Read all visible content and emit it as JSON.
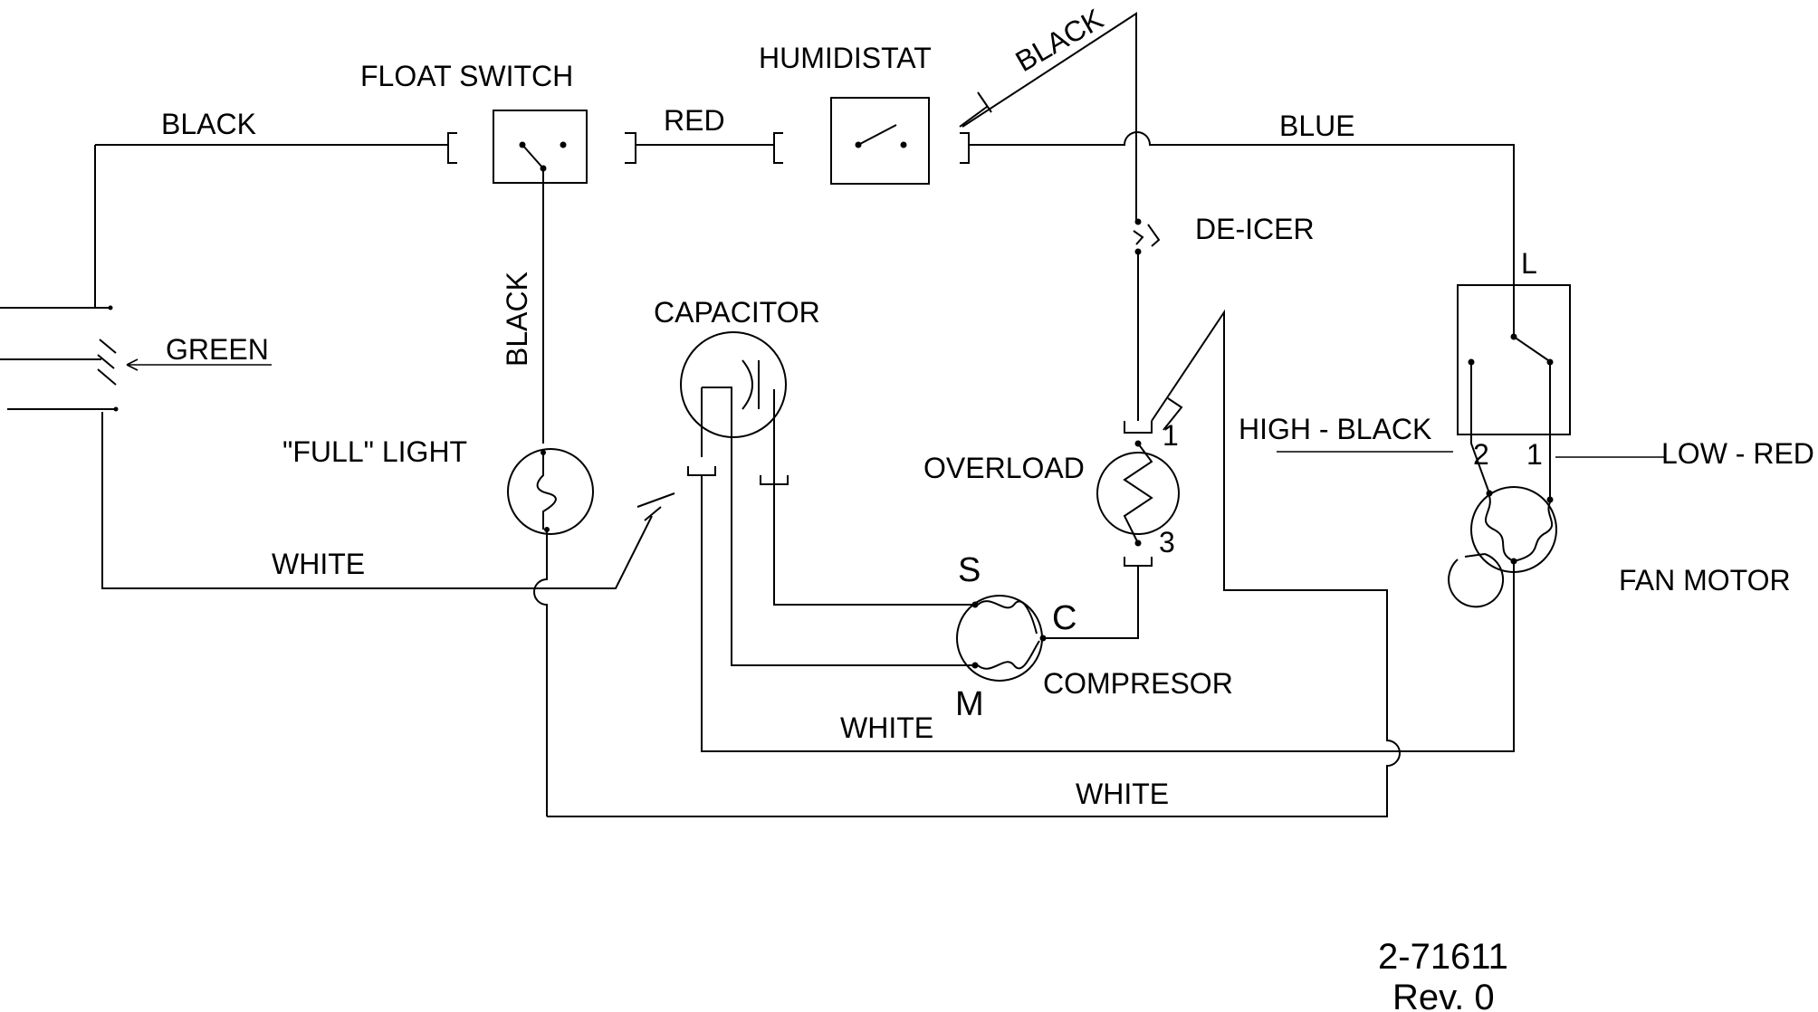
{
  "labels": {
    "black_top": "BLACK",
    "float_switch": "FLOAT SWITCH",
    "red": "RED",
    "humidistat": "HUMIDISTAT",
    "black_diag": "BLACK",
    "blue": "BLUE",
    "de_icer": "DE-ICER",
    "l": "L",
    "green": "GREEN",
    "black_vert": "BLACK",
    "capacitor": "CAPACITOR",
    "full_light": "\"FULL\" LIGHT",
    "overload": "OVERLOAD",
    "overload_1": "1",
    "overload_3": "3",
    "high_black": "HIGH - BLACK",
    "fan_2": "2",
    "fan_1": "1",
    "low_red": "LOW - RED",
    "white_left": "WHITE",
    "s": "S",
    "c": "C",
    "fan_motor": "FAN MOTOR",
    "compresor": "COMPRESOR",
    "m": "M",
    "white_mid": "WHITE",
    "white_bottom": "WHITE"
  },
  "doc": {
    "number": "2-71611",
    "rev": "Rev. 0"
  }
}
